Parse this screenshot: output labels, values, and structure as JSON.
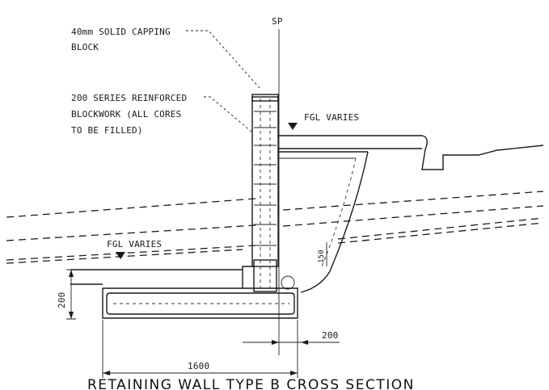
{
  "labels": {
    "capping_line1": "40mm SOLID CAPPING",
    "capping_line2": "BLOCK",
    "blockwork_line1": "200 SERIES REINFORCED",
    "blockwork_line2": "BLOCKWORK (ALL CORES",
    "blockwork_line3": "TO BE FILLED)",
    "sp": "SP",
    "fgl_upper": "FGL VARIES",
    "fgl_lower": "FGL VARIES",
    "dim_150": "150",
    "dim_200_vertical": "200",
    "dim_200_horizontal": "200",
    "dim_1600": "1600",
    "title": "RETAINING WALL TYPE B CROSS SECTION"
  },
  "colors": {
    "ink": "#1a1a1a",
    "paper": "#ffffff"
  }
}
